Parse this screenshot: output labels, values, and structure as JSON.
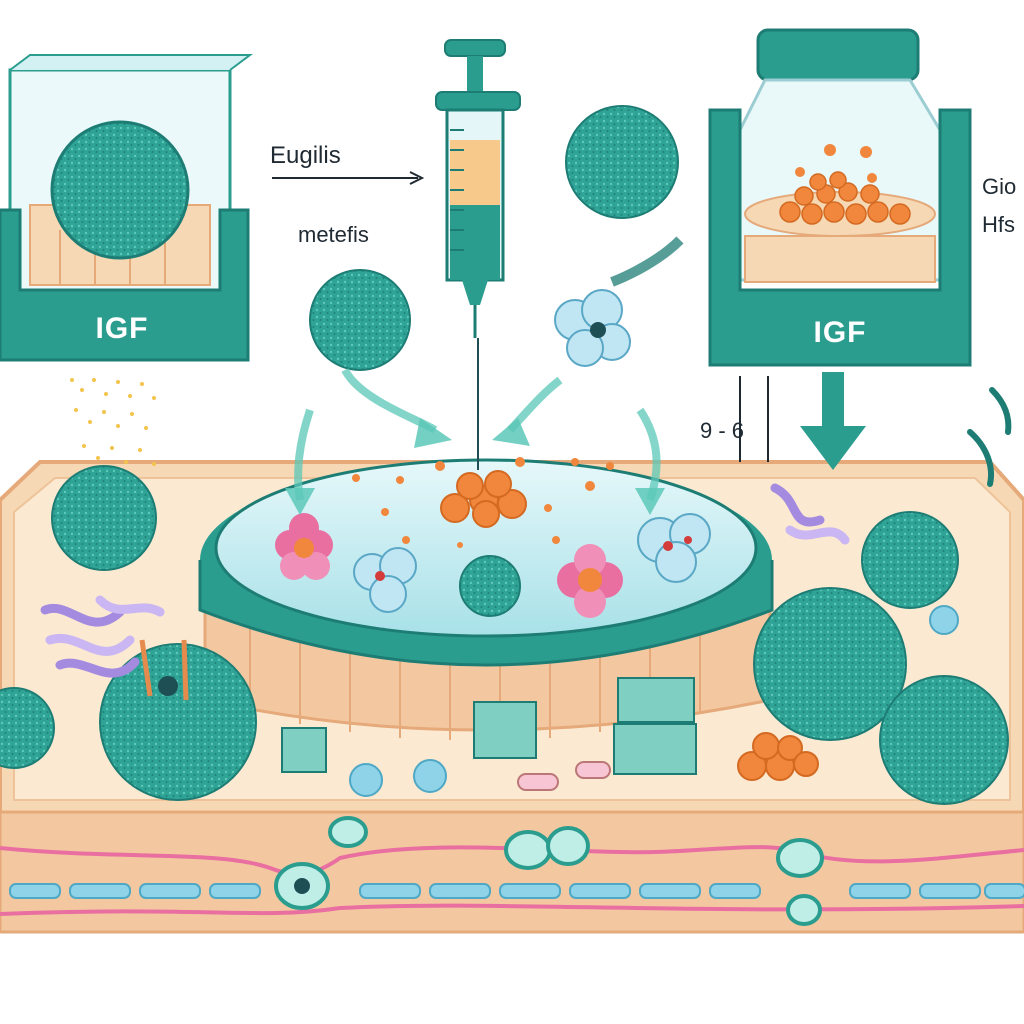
{
  "labels": {
    "eugilis": "Eugilis",
    "metefis": "metefis",
    "igf_left": "IGF",
    "igf_right": "IGF",
    "range": "9 - 6",
    "gio": "Gio",
    "hfs": "Hfs"
  },
  "colors": {
    "teal": "#2a9d8f",
    "teal_dark": "#1d7d74",
    "tissue": "#f6d9b4",
    "tissue_edge": "#e5a97a",
    "orange": "#f0873c",
    "pink": "#e86fa0",
    "lilac": "#a58be0",
    "liquid": "#cdeef3"
  },
  "icons": [
    "syringe-icon",
    "jar-icon",
    "petri-dish-icon",
    "arrow-icon",
    "cell-cluster-icon"
  ]
}
